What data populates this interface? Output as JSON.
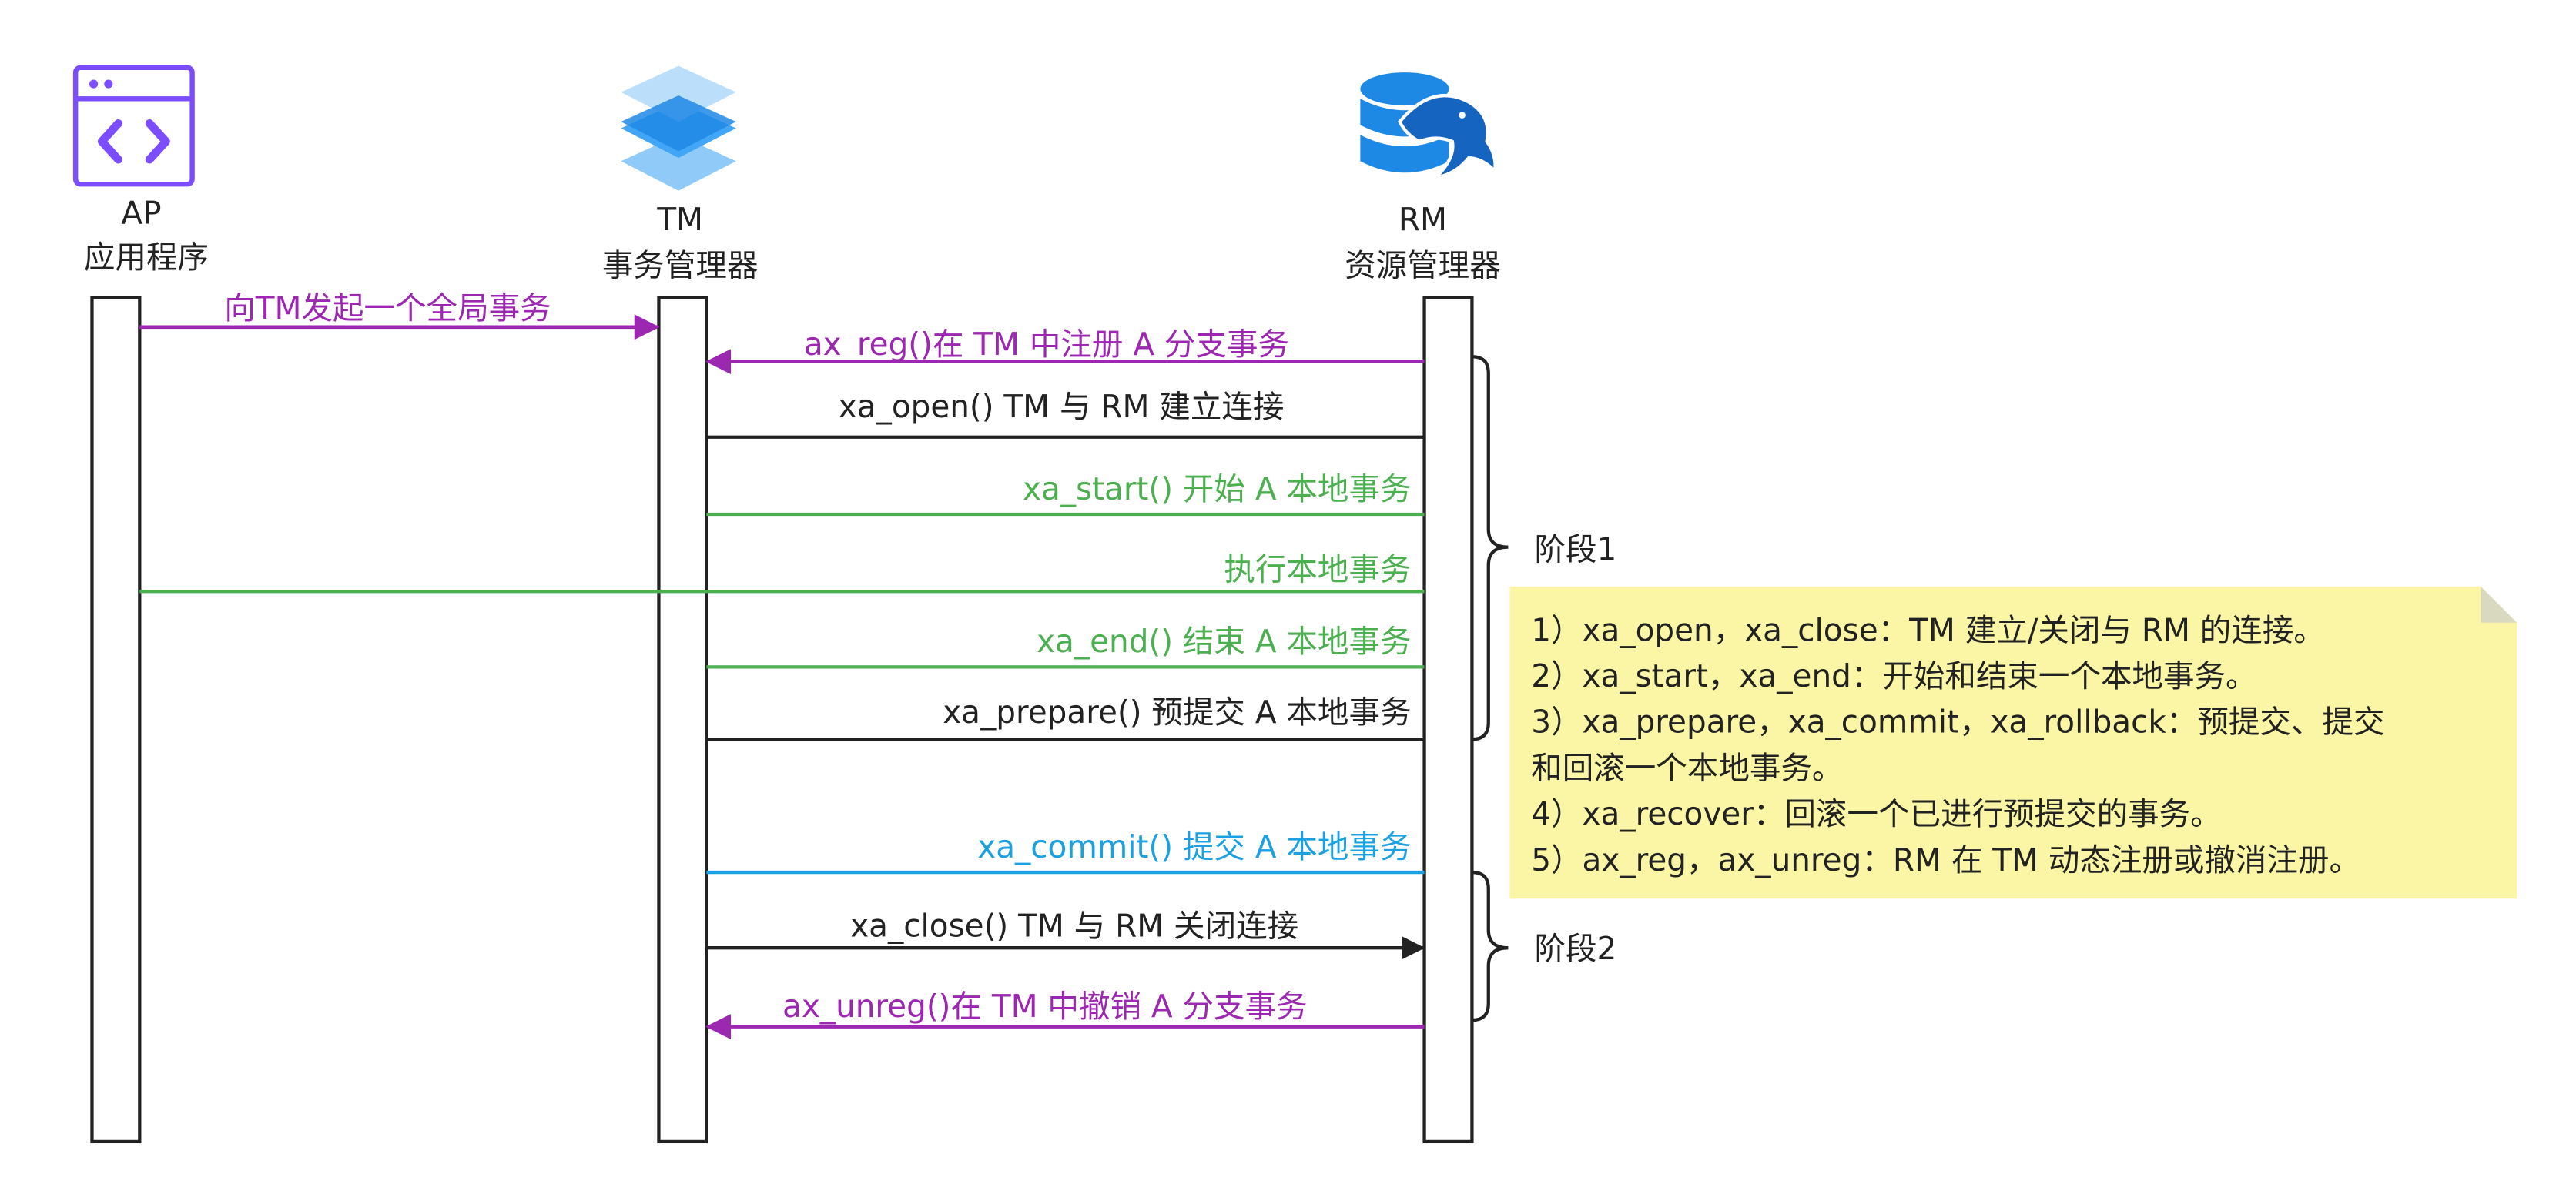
{
  "colors": {
    "black": "#222222",
    "purple": "#9C27B0",
    "green": "#4CAF50",
    "cyan": "#1BA1E2",
    "note_bg": "#FAF6A5",
    "icon_purple": "#7C4DFF",
    "icon_blue": "#1E88E5"
  },
  "participants": {
    "ap": {
      "name": "AP",
      "subtitle": "应用程序",
      "icon": "app-window-code-icon"
    },
    "tm": {
      "name": "TM",
      "subtitle": "事务管理器",
      "icon": "stacked-layers-icon"
    },
    "rm": {
      "name": "RM",
      "subtitle": "资源管理器",
      "icon": "mysql-database-icon"
    }
  },
  "messages": {
    "global_tx": "向TM发起一个全局事务",
    "ax_reg": "ax_reg()在 TM 中注册 A 分支事务",
    "xa_open": "xa_open() TM 与 RM 建立连接",
    "xa_start": "xa_start() 开始 A 本地事务",
    "exec_local": "执行本地事务",
    "xa_end": "xa_end() 结束 A 本地事务",
    "xa_prepare": "xa_prepare() 预提交 A 本地事务",
    "xa_commit": "xa_commit() 提交 A 本地事务",
    "xa_close": "xa_close() TM 与 RM 关闭连接",
    "ax_unreg": "ax_unreg()在 TM 中撤销 A 分支事务"
  },
  "phases": {
    "phase1": "阶段1",
    "phase2": "阶段2"
  },
  "note": {
    "lines": [
      "1）xa_open，xa_close：TM 建立/关闭与 RM 的连接。",
      "2）xa_start，xa_end：开始和结束一个本地事务。",
      "3）xa_prepare，xa_commit，xa_rollback：预提交、提交",
      "和回滚一个本地事务。",
      "4）xa_recover：回滚一个已进行预提交的事务。",
      "5）ax_reg，ax_unreg：RM 在 TM 动态注册或撤消注册。"
    ]
  }
}
